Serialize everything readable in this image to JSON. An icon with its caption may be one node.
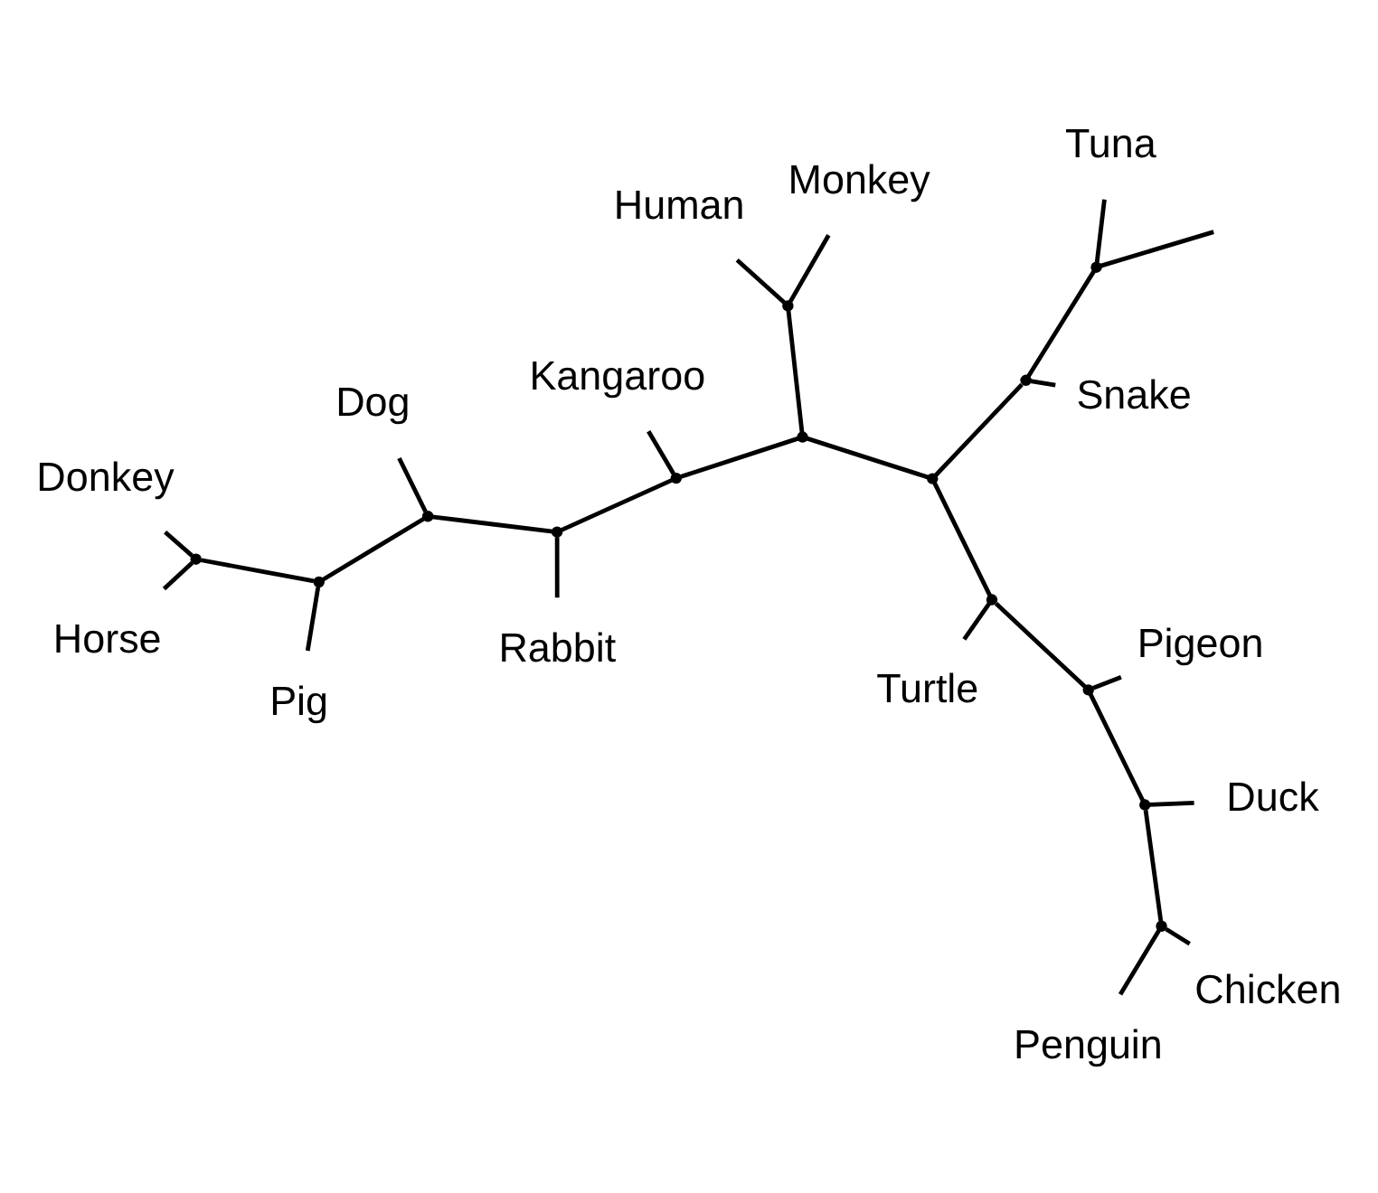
{
  "diagram": {
    "nodes": [
      {
        "text": [
          "Human"
        ]
      },
      {
        "text": [
          "Monkey"
        ]
      },
      {
        "text": [
          "Horse"
        ]
      },
      {
        "text": [
          "Donkey"
        ]
      },
      {
        "text": [
          "Pig"
        ]
      },
      {
        "text": [
          "Dog"
        ]
      },
      {
        "text": [
          "Rabbit"
        ]
      },
      {
        "text": [
          "Turtle"
        ]
      },
      {
        "text": [
          "Penguin"
        ]
      },
      {
        "text": [
          "Snake"
        ]
      },
      {
        "text": [
          "Chicken"
        ]
      },
      {
        "text": [
          "Kangaroo"
        ]
      },
      {
        "text": [
          "Duck"
        ]
      },
      {
        "text": [
          "Pigeon"
        ]
      },
      {
        "text": [
          "Tuna"
        ]
      },
      {
        "text": [],
        "shape": "point"
      },
      {
        "text": [],
        "shape": "point"
      },
      {
        "text": [],
        "shape": "point"
      },
      {
        "text": [],
        "shape": "point"
      },
      {
        "text": [],
        "shape": "point"
      },
      {
        "text": [],
        "shape": "point"
      },
      {
        "text": [],
        "shape": "point"
      },
      {
        "text": [],
        "shape": "point"
      },
      {
        "text": [],
        "shape": "point"
      },
      {
        "text": [],
        "shape": "point"
      },
      {
        "text": [],
        "shape": "point"
      },
      {
        "text": [],
        "shape": "point"
      },
      {
        "text": [],
        "shape": "point"
      },
      {
        "text": [],
        "shape": "point"
      }
    ],
    "edges": [
      {
        "from": null,
        "to": 15,
        "arrow": "none"
      },
      {
        "from": 15,
        "to": 14,
        "arrow": "none"
      },
      {
        "from": 15,
        "to": 16,
        "arrow": "none"
      },
      {
        "from": 16,
        "to": 9,
        "arrow": "none"
      },
      {
        "from": 16,
        "to": 17,
        "arrow": "none"
      },
      {
        "from": 17,
        "to": 18,
        "arrow": "none"
      },
      {
        "from": 17,
        "to": 19,
        "arrow": "none"
      },
      {
        "from": 18,
        "to": 7,
        "arrow": "none"
      },
      {
        "from": 18,
        "to": 20,
        "arrow": "none"
      },
      {
        "from": 20,
        "to": 13,
        "arrow": "none"
      },
      {
        "from": 20,
        "to": 21,
        "arrow": "none"
      },
      {
        "from": 21,
        "to": 12,
        "arrow": "none"
      },
      {
        "from": 21,
        "to": 22,
        "arrow": "none"
      },
      {
        "from": 22,
        "to": 10,
        "arrow": "none"
      },
      {
        "from": 22,
        "to": 8,
        "arrow": "none"
      },
      {
        "from": 19,
        "to": 23,
        "arrow": "none"
      },
      {
        "from": 23,
        "to": 1,
        "arrow": "none"
      },
      {
        "from": 23,
        "to": 0,
        "arrow": "none"
      },
      {
        "from": 19,
        "to": 24,
        "arrow": "none"
      },
      {
        "from": 24,
        "to": 11,
        "arrow": "none"
      },
      {
        "from": 24,
        "to": 25,
        "arrow": "none"
      },
      {
        "from": 25,
        "to": 6,
        "arrow": "none"
      },
      {
        "from": 25,
        "to": 26,
        "arrow": "none"
      },
      {
        "from": 26,
        "to": 5,
        "arrow": "none"
      },
      {
        "from": 26,
        "to": 27,
        "arrow": "none"
      },
      {
        "from": 27,
        "to": 4,
        "arrow": "none"
      },
      {
        "from": 27,
        "to": 28,
        "arrow": "none"
      },
      {
        "from": 28,
        "to": 2,
        "arrow": "none"
      },
      {
        "from": 28,
        "to": 3,
        "arrow": "none"
      }
    ]
  }
}
